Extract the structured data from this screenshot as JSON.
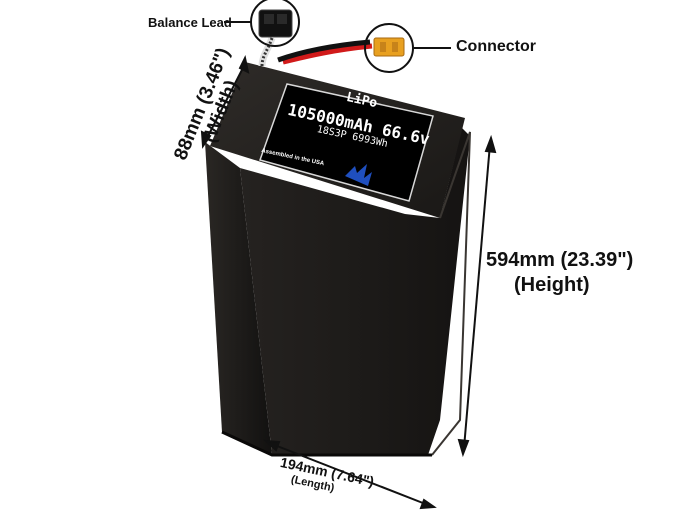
{
  "annotations": {
    "balance_lead": "Balance Lead",
    "connector": "Connector",
    "width_line1": "88mm (3.46\")",
    "width_line2": "(Width)",
    "height_line1": "594mm (23.39\")",
    "height_line2": "(Height)",
    "length_line1": "194mm (7.64\")",
    "length_line2": "(Length)"
  },
  "battery_label": {
    "chemistry": "LiPo",
    "capacity": "105000mAh 66.6v",
    "config": "18S3P 6993Wh",
    "assembled": "Assembled in the USA",
    "logo": "MaxAmps"
  },
  "colors": {
    "body": "#1c1a18",
    "label_bg": "#000000",
    "connector": "#e8a020",
    "wire_red": "#d11a1a",
    "wire_black": "#111111",
    "logo_blue": "#1f4fbf"
  }
}
